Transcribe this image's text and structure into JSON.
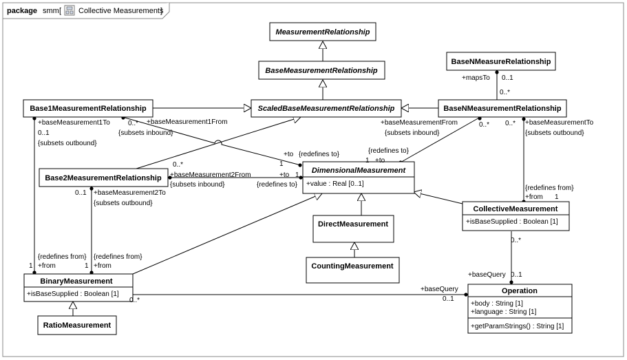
{
  "package": {
    "keyword": "package",
    "name": "smm",
    "diagram_icon": "class-diagram-icon",
    "diagram_name": "Collective Measurements",
    "bracket_open": "[",
    "bracket_close": "]"
  },
  "classes": {
    "measurement_relationship": {
      "name": "MeasurementRelationship"
    },
    "base_measurement_relationship": {
      "name": "BaseMeasurementRelationship"
    },
    "scaled_base_measurement_relationship": {
      "name": "ScaledBaseMeasurementRelationship"
    },
    "base_n_measure_relationship": {
      "name": "BaseNMeasureRelationship"
    },
    "base1_measurement_relationship": {
      "name": "Base1MeasurementRelationship"
    },
    "base_n_measurement_relationship": {
      "name": "BaseNMeasurementRelationship"
    },
    "base2_measurement_relationship": {
      "name": "Base2MeasurementRelationship"
    },
    "dimensional_measurement": {
      "name": "DimensionalMeasurement",
      "attributes": [
        "+value : Real [0..1]"
      ]
    },
    "direct_measurement": {
      "name": "DirectMeasurement"
    },
    "collective_measurement": {
      "name": "CollectiveMeasurement",
      "attributes": [
        "+isBaseSupplied : Boolean [1]"
      ]
    },
    "counting_measurement": {
      "name": "CountingMeasurement"
    },
    "binary_measurement": {
      "name": "BinaryMeasurement",
      "attributes": [
        "+isBaseSupplied : Boolean [1]"
      ]
    },
    "operation": {
      "name": "Operation",
      "attributes": [
        "+body : String [1]",
        "+language : String [1]"
      ],
      "operations": [
        "+getParamStrings() : String [1]"
      ]
    },
    "ratio_measurement": {
      "name": "RatioMeasurement"
    }
  },
  "labels": {
    "maps_to": "+mapsTo",
    "maps_to_mult": "0..1",
    "maps_to_far_mult": "0..*",
    "b1_to_role": "+baseMeasurement1To",
    "b1_to_mult": "0..1",
    "b1_to_subsets": "{subsets outbound}",
    "b1_from_mult": "0..*",
    "b1_from_role": "+baseMeasurement1From",
    "b1_from_subsets": "{subsets inbound}",
    "bn_from_role": "+baseMeasurementFrom",
    "bn_from_subsets": "{subsets inbound}",
    "bn_from_mult": "0..*",
    "bn_to_mult": "0..*",
    "bn_to_role": "+baseMeasurementTo",
    "bn_to_subsets": "{subsets outbound}",
    "dm_to_left": "+to",
    "dm_redef_to_left": "{redefines to}",
    "dm_one_left": "1",
    "dm_redef_to_right": "{redefines to}",
    "dm_one_right": "1",
    "dm_to_right": "+to",
    "b2_from_mult": "0..*",
    "b2_from_role": "+baseMeasurement2From",
    "b2_from_subsets": "{subsets inbound}",
    "b2_to_mid": "+to",
    "b2_one_mid": "1",
    "b2_redef_mid": "{redefines to}",
    "b2_to_mult": "0..1",
    "b2_to_role": "+baseMeasurement2To",
    "b2_to_subsets": "{subsets outbound}",
    "bin_redef_from_1": "{redefines from}",
    "bin_one_1": "1",
    "bin_from_1": "+from",
    "bin_redef_from_2": "{redefines from}",
    "bin_one_2": "1",
    "bin_from_2": "+from",
    "cm_redef_from": "{redefines from}",
    "cm_from": "+from",
    "cm_one": "1",
    "cm_query_mult": "0..*",
    "cm_base_query": "+baseQuery",
    "cm_base_query_mult": "0..1",
    "bin_base_query": "+baseQuery",
    "bin_base_query_mult": "0..1",
    "bin_query_mult": "0..*"
  }
}
